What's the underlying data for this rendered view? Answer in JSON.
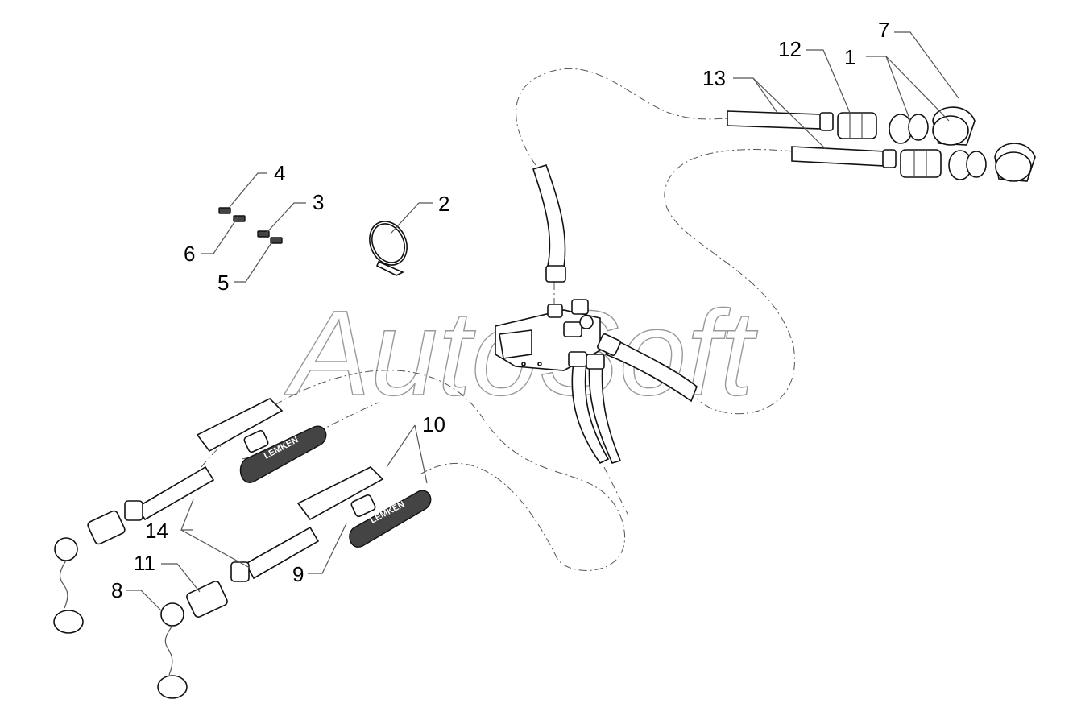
{
  "watermark": "AutoSoft",
  "brand_label": "LEMKEN",
  "callouts": [
    "1",
    "2",
    "3",
    "4",
    "5",
    "6",
    "7",
    "8",
    "9",
    "10",
    "11",
    "12",
    "13",
    "14"
  ]
}
